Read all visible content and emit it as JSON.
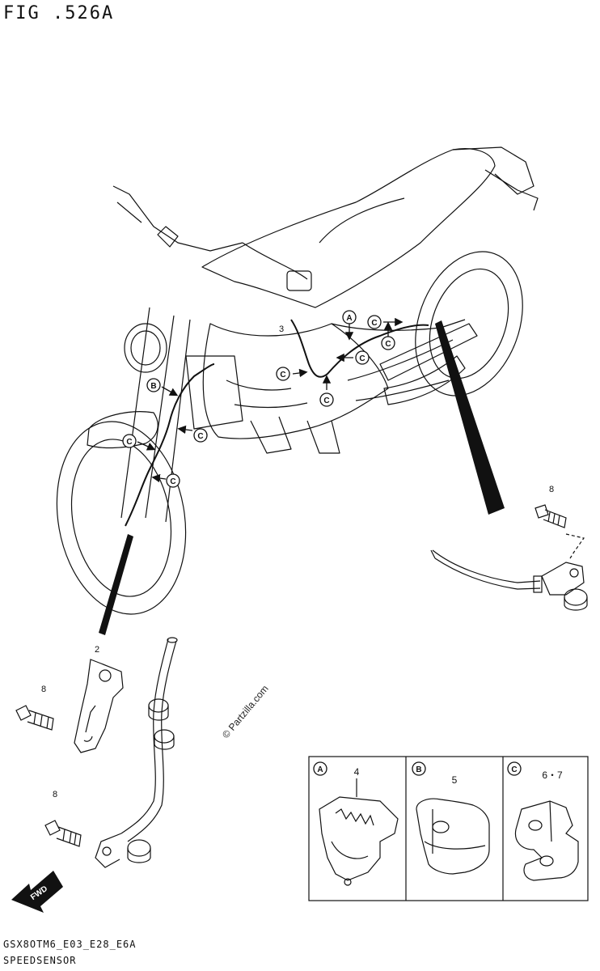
{
  "figure": {
    "title": "FIG .526A",
    "footer_code": "GSX8OTM6_E03_E28_E6A",
    "footer_name": "SPEEDSENSOR",
    "watermark": "© Partzilla.com",
    "fwd_label": "FWD"
  },
  "callouts": {
    "a": "A",
    "b": "B",
    "c": "C"
  },
  "part_numbers": {
    "front_bracket": "2",
    "front_bolt_upper": "8",
    "front_bolt_lower": "8",
    "rear_bolt": "8",
    "bike_marker": "3"
  },
  "clamp_legend": {
    "a": {
      "letter": "A",
      "part": "4"
    },
    "b": {
      "letter": "B",
      "part": "5"
    },
    "c": {
      "letter": "C",
      "part": "6・7"
    }
  }
}
